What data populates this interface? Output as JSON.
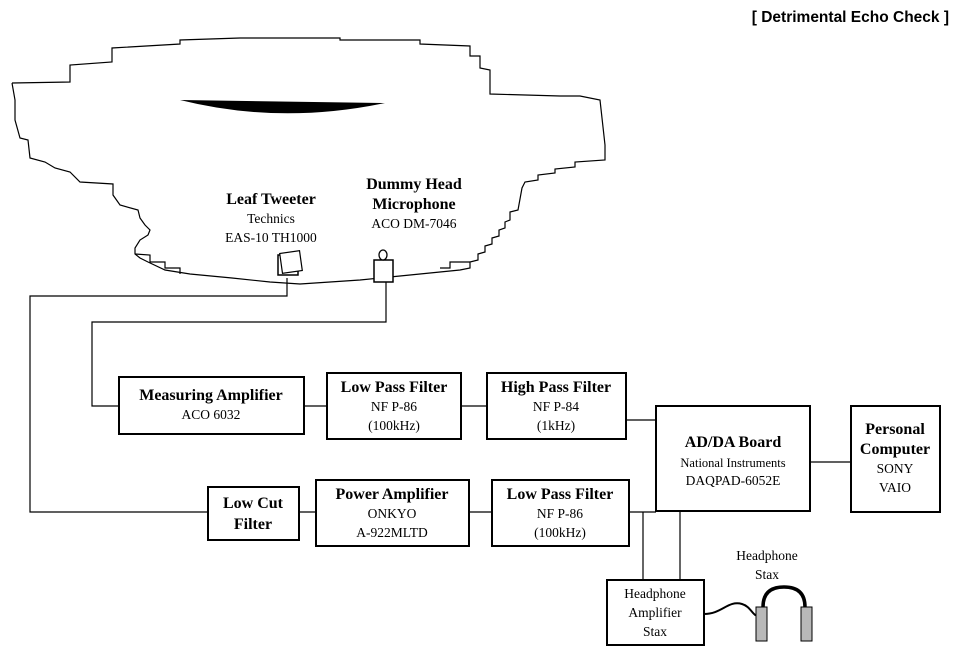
{
  "title": "[ Detrimental Echo Check ]",
  "room": {
    "tweeter": {
      "name": "Leaf Tweeter",
      "maker": "Technics",
      "model": "EAS-10 TH1000"
    },
    "microphone": {
      "name_line1": "Dummy Head",
      "name_line2": "Microphone",
      "model": "ACO DM-7046"
    }
  },
  "blocks": {
    "measuring_amp": {
      "name": "Measuring Amplifier",
      "model": "ACO 6032"
    },
    "lpf_top": {
      "name": "Low Pass Filter",
      "model": "NF P-86",
      "spec": "(100kHz)"
    },
    "hpf": {
      "name": "High Pass Filter",
      "model": "NF P-84",
      "spec": "(1kHz)"
    },
    "adda": {
      "name": "AD/DA Board",
      "maker": "National Instruments",
      "model": "DAQPAD-6052E"
    },
    "pc": {
      "name_line1": "Personal",
      "name_line2": "Computer",
      "maker": "SONY",
      "model": "VAIO"
    },
    "low_cut": {
      "name_line1": "Low Cut",
      "name_line2": "Filter"
    },
    "power_amp": {
      "name": "Power Amplifier",
      "maker": "ONKYO",
      "model": "A-922MLTD"
    },
    "lpf_bottom": {
      "name": "Low Pass Filter",
      "model": "NF P-86",
      "spec": "(100kHz)"
    },
    "hp_amp": {
      "line1": "Headphone",
      "line2": "Amplifier",
      "line3": "Stax"
    },
    "headphone": {
      "name": "Headphone",
      "maker": "Stax"
    }
  }
}
